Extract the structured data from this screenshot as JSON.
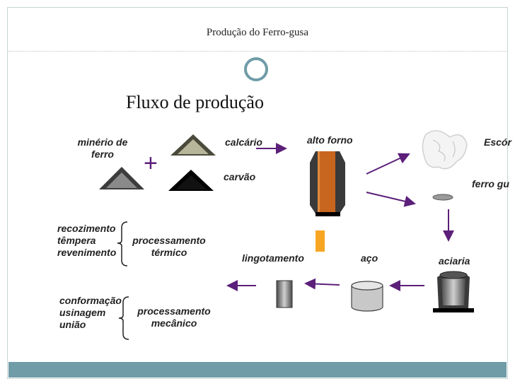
{
  "header": {
    "title": "Produção do Ferro-gusa"
  },
  "subtitle": "Fluxo de produção",
  "labels": {
    "minerio": [
      "minério de",
      "ferro"
    ],
    "calcario": "calcário",
    "carvao": "carvão",
    "alto_forno": "alto forno",
    "escoria": "Escór",
    "ferro_gusa": "ferro gu",
    "aciaria": "aciaria",
    "aco": "aço",
    "lingotamento": "lingotamento",
    "processamento_termico": [
      "processamento",
      "térmico"
    ],
    "processamento_mecanico": [
      "processamento",
      "mecânico"
    ],
    "tratamentos_termicos": [
      "recozimento",
      "têmpera",
      "revenimento"
    ],
    "tratamentos_mecanicos": [
      "conformação",
      "usinagem",
      "união"
    ]
  },
  "plus_symbol": "+",
  "colors": {
    "accent_teal": "#6f9ca7",
    "arrow_purple": "#5c1f7a",
    "furnace_orange": "#c8651e",
    "ingot_yellow": "#f6a623"
  }
}
